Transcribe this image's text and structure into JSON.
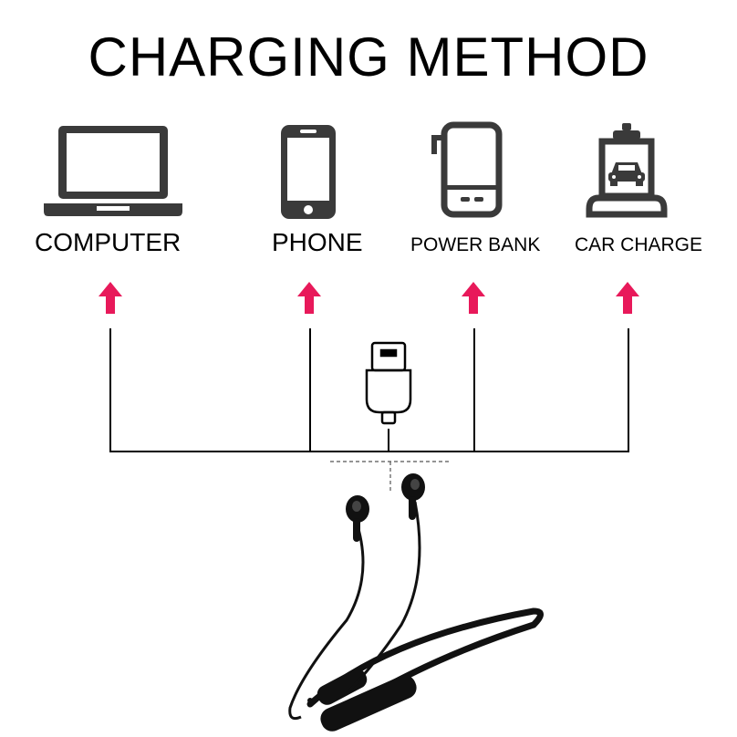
{
  "title": "CHARGING METHOD",
  "devices": [
    {
      "label": "COMPUTER",
      "icon": "laptop-icon"
    },
    {
      "label": "PHONE",
      "icon": "phone-icon"
    },
    {
      "label": "POWER BANK",
      "icon": "power-bank-icon"
    },
    {
      "label": "CAR CHARGE",
      "icon": "car-charger-icon"
    }
  ],
  "connector_icon": "usb-plug-icon",
  "product_icon": "neckband-earphones-icon",
  "colors": {
    "arrow": "#e8195a",
    "line": "#000000",
    "icon": "#3a3a3a"
  }
}
